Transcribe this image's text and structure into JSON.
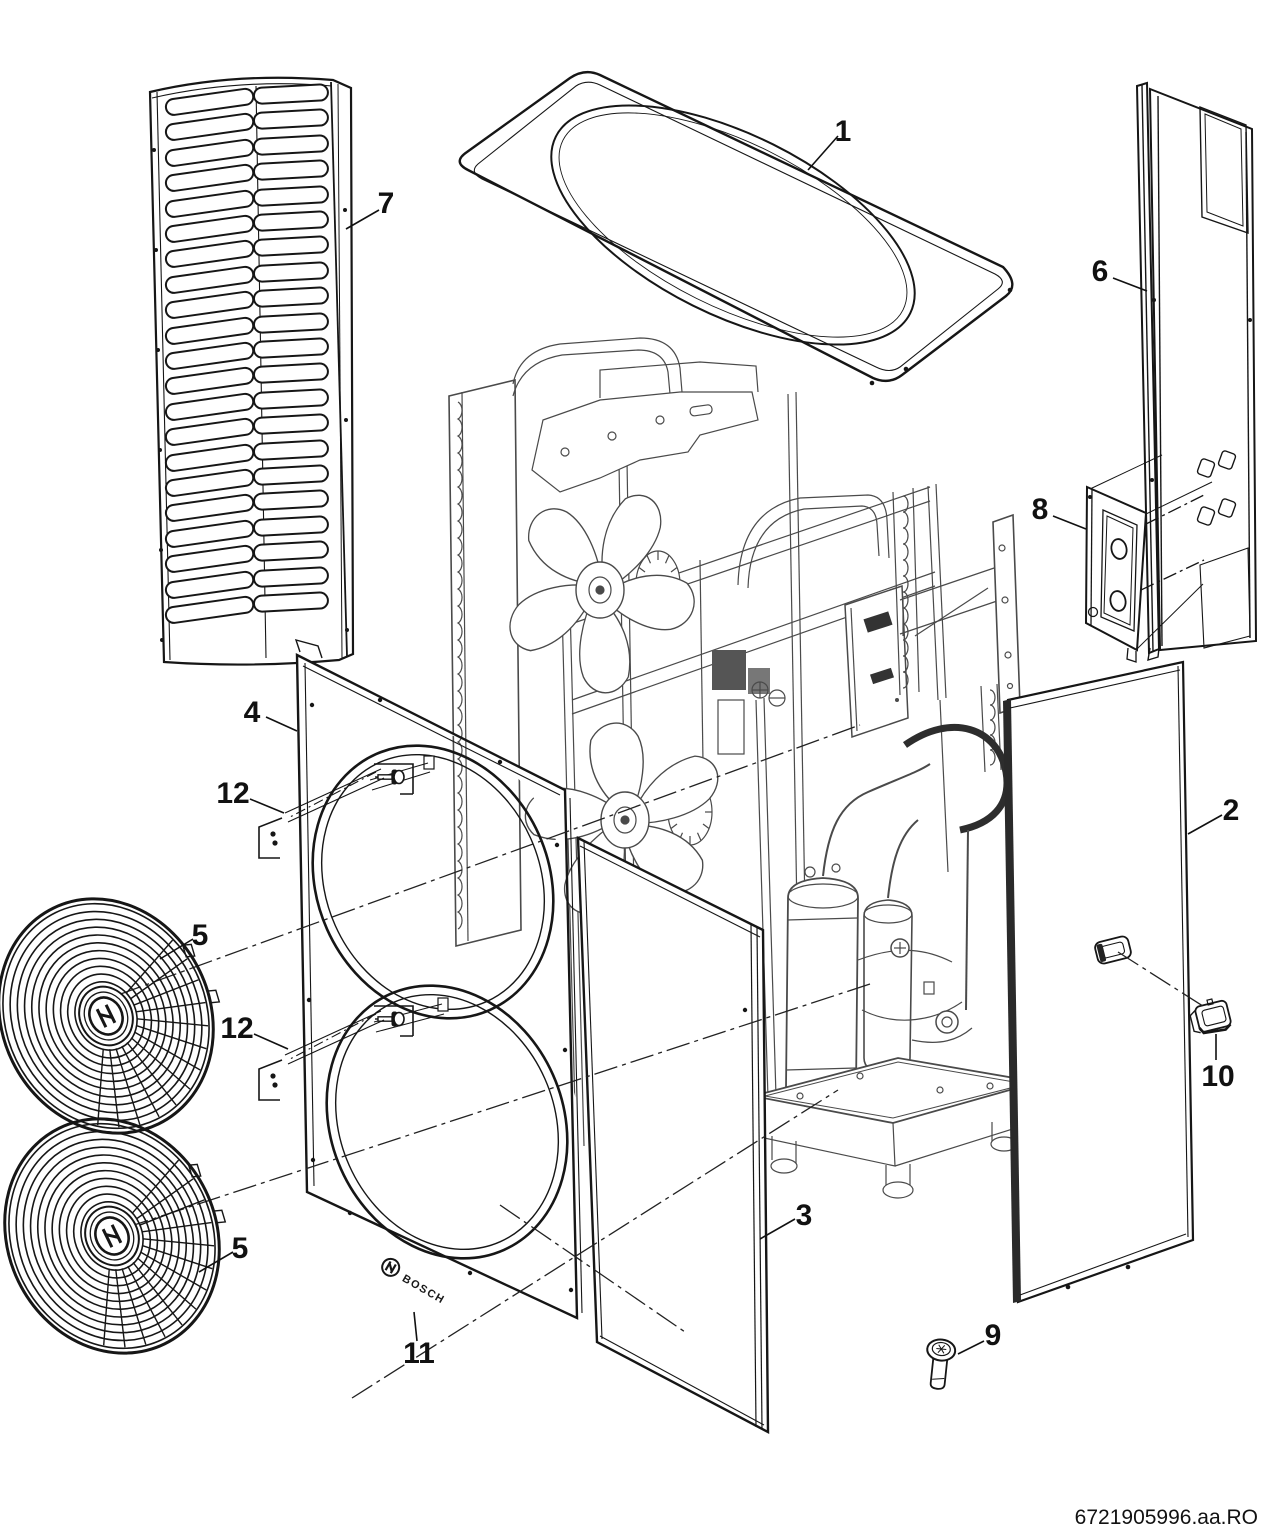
{
  "document": {
    "id": "6721905996.aa.RO",
    "brand": "BOSCH"
  },
  "callouts": [
    {
      "part": "top-cover-panel",
      "label": "1"
    },
    {
      "part": "right-side-panel",
      "label": "2"
    },
    {
      "part": "front-right-panel",
      "label": "3"
    },
    {
      "part": "fan-front-panel",
      "label": "4"
    },
    {
      "part": "fan-guard-upper",
      "label": "5"
    },
    {
      "part": "fan-guard-lower",
      "label": "5"
    },
    {
      "part": "rear-side-panel",
      "label": "6"
    },
    {
      "part": "louvered-grille",
      "label": "7"
    },
    {
      "part": "service-cover-plate",
      "label": "8"
    },
    {
      "part": "screw",
      "label": "9"
    },
    {
      "part": "handle-clip",
      "label": "10"
    },
    {
      "part": "brand-badge",
      "label": "11"
    },
    {
      "part": "screw-set-upper",
      "label": "12"
    },
    {
      "part": "screw-set-lower",
      "label": "12"
    }
  ]
}
